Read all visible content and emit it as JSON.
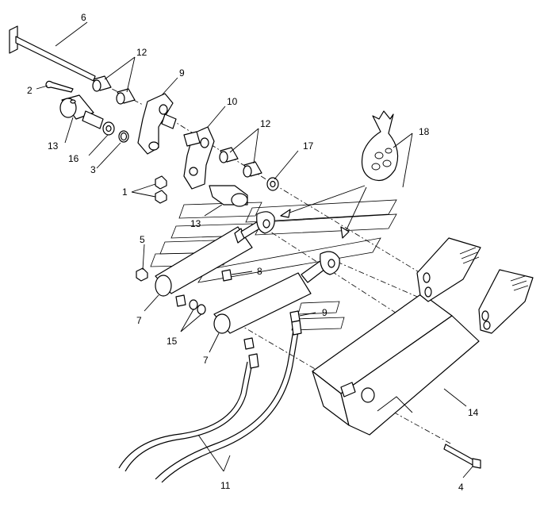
{
  "diagram": {
    "callouts": [
      {
        "id": "c1",
        "text": "1"
      },
      {
        "id": "c2",
        "text": "2"
      },
      {
        "id": "c3",
        "text": "3"
      },
      {
        "id": "c4",
        "text": "4"
      },
      {
        "id": "c5",
        "text": "5"
      },
      {
        "id": "c6",
        "text": "6"
      },
      {
        "id": "c7a",
        "text": "7"
      },
      {
        "id": "c7b",
        "text": "7"
      },
      {
        "id": "c8",
        "text": "8"
      },
      {
        "id": "c9a",
        "text": "9"
      },
      {
        "id": "c9b",
        "text": "9"
      },
      {
        "id": "c10",
        "text": "10"
      },
      {
        "id": "c11",
        "text": "11"
      },
      {
        "id": "c12a",
        "text": "12"
      },
      {
        "id": "c12b",
        "text": "12"
      },
      {
        "id": "c13a",
        "text": "13"
      },
      {
        "id": "c13b",
        "text": "13"
      },
      {
        "id": "c14",
        "text": "14"
      },
      {
        "id": "c15",
        "text": "15"
      },
      {
        "id": "c16",
        "text": "16"
      },
      {
        "id": "c17",
        "text": "17"
      },
      {
        "id": "c18",
        "text": "18"
      }
    ]
  }
}
